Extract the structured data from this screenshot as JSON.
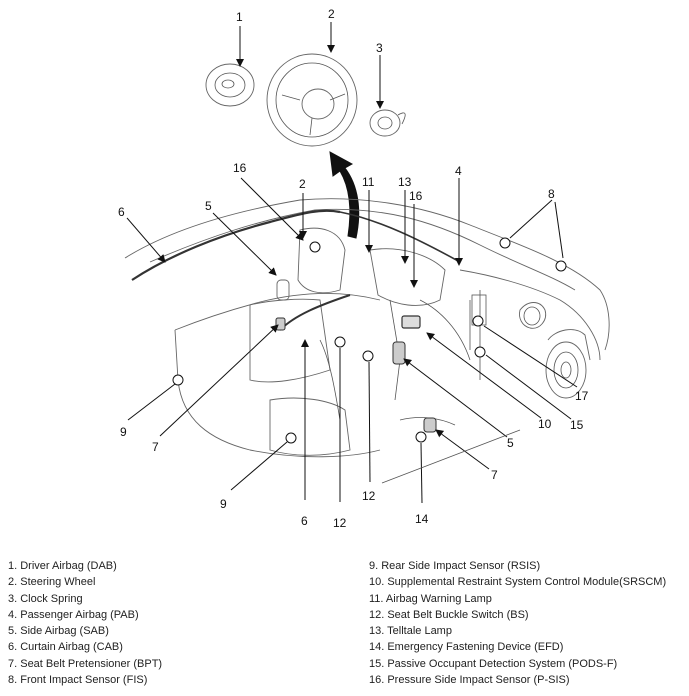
{
  "callouts": {
    "c1": "1",
    "c2a": "2",
    "c2b": "2",
    "c3": "3",
    "c4": "4",
    "c5a": "5",
    "c5b": "5",
    "c6a": "6",
    "c6b": "6",
    "c7a": "7",
    "c7b": "7",
    "c8": "8",
    "c9a": "9",
    "c9b": "9",
    "c10": "10",
    "c11": "11",
    "c12a": "12",
    "c12b": "12",
    "c13": "13",
    "c14": "14",
    "c15": "15",
    "c16a": "16",
    "c16b": "16",
    "c17": "17"
  },
  "legend": {
    "left": [
      "1. Driver Airbag (DAB)",
      "2. Steering Wheel",
      "3. Clock Spring",
      "4. Passenger Airbag (PAB)",
      "5. Side Airbag (SAB)",
      "6. Curtain Airbag (CAB)",
      "7. Seat Belt Pretensioner (BPT)",
      "8. Front Impact Sensor (FIS)"
    ],
    "right": [
      "9. Rear Side Impact Sensor (RSIS)",
      "10. Supplemental Restraint System Control Module(SRSCM)",
      "11. Airbag Warning Lamp",
      "12. Seat Belt Buckle Switch (BS)",
      "13. Telltale Lamp",
      "14. Emergency Fastening Device (EFD)",
      "15. Passive Occupant Detection System (PODS-F)",
      "16. Pressure Side Impact Sensor (P-SIS)"
    ]
  }
}
